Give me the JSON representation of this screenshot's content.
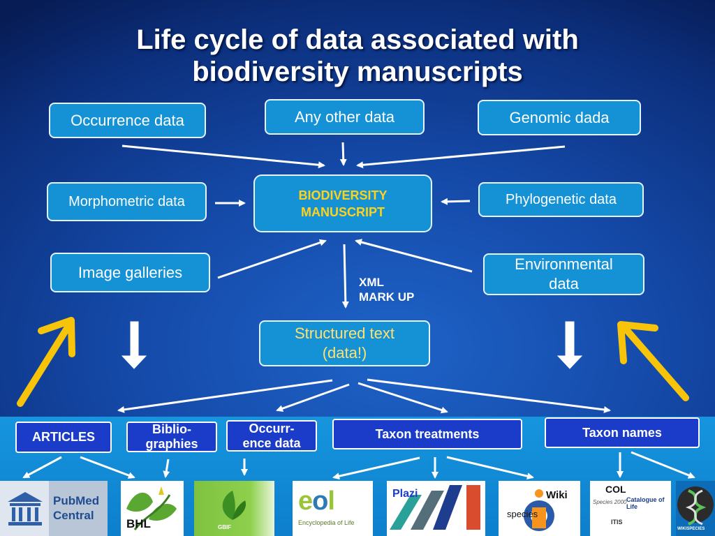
{
  "title_line1": "Life cycle of data associated with",
  "title_line2": "biodiversity manuscripts",
  "boxes": {
    "occurrence": "Occurrence data",
    "any_other": "Any other data",
    "genomic": "Genomic dada",
    "morphometric": "Morphometric data",
    "manuscript_line1": "BIODIVERSITY",
    "manuscript_line2": "MANUSCRIPT",
    "phylogenetic": "Phylogenetic data",
    "image_galleries": "Image galleries",
    "environmental_line1": "Environmental",
    "environmental_line2": "data",
    "structured_line1": "Structured text",
    "structured_line2": "(data!)"
  },
  "xml_label_line1": "XML",
  "xml_label_line2": "MARK UP",
  "outputs": {
    "articles": "ARTICLES",
    "biblio_line1": "Biblio-",
    "biblio_line2": "graphies",
    "occurrence_line1": "Occurr-",
    "occurrence_line2": "ence data",
    "taxon_treatments": "Taxon treatments",
    "taxon_names": "Taxon names"
  },
  "logos": {
    "pubmed_line1": "PubMed",
    "pubmed_line2": "Central",
    "bhl": "BHL",
    "gbif": "GBIF",
    "eol": "Encyclopedia of Life",
    "plazi": "Plazi",
    "wiki": "Wiki",
    "species": "species",
    "col": "COL",
    "catalogue": "Catalogue of Life",
    "species2000": "Species 2000",
    "itis": "ITIS",
    "wikispecies": "WIKISPECIES"
  },
  "colors": {
    "box_fill": "#1592d6",
    "button_fill": "#1a3cc8",
    "manuscript_text": "#ffd21a",
    "structured_text": "#ffe070",
    "yellow_arrow": "#f7c40a"
  }
}
